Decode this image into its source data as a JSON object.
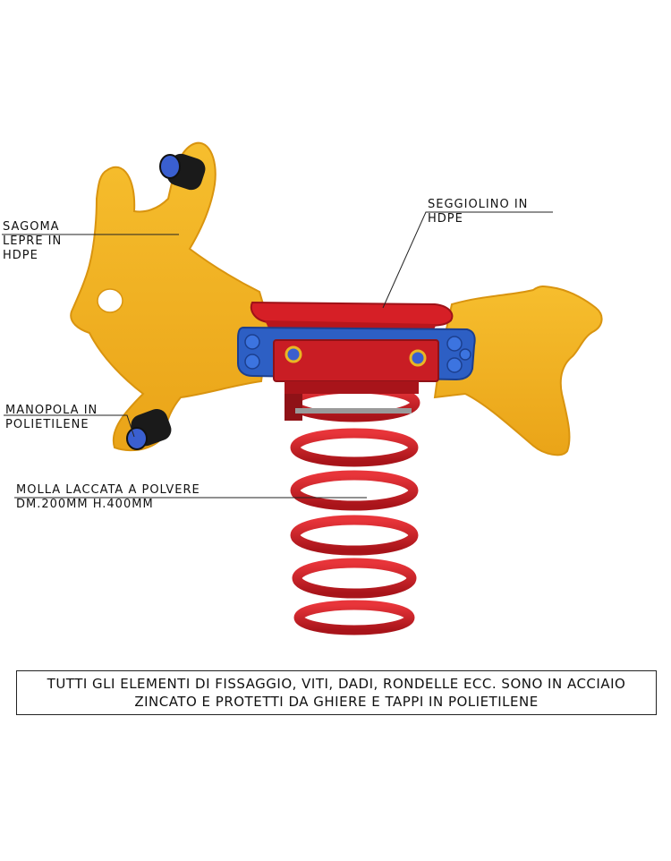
{
  "callouts": {
    "sagoma": {
      "lines": [
        "SAGOMA",
        "LEPRE IN",
        "HDPE"
      ]
    },
    "seggiolino": {
      "lines": [
        "SEGGIOLINO IN",
        "HDPE"
      ]
    },
    "manopola": {
      "lines": [
        "MANOPOLA IN",
        "POLIETILENE"
      ]
    },
    "molla": {
      "lines": [
        "MOLLA LACCATA A POLVERE",
        "DM.200MM H.400MM"
      ]
    }
  },
  "note": {
    "lines": [
      "TUTTI GLI ELEMENTI DI FISSAGGIO, VITI, DADI, RONDELLE ECC. SONO IN ACCIAIO",
      "ZINCATO E PROTETTI DA GHIERE E TAPPI IN POLIETILENE"
    ]
  },
  "colors": {
    "body": "#f2ae1c",
    "seat": "#d61f26",
    "bracket": "#2d5fc4",
    "spring": "#d32026",
    "handle": "#1a1a1a",
    "handle_cap": "#3a5fd0",
    "text": "#111111"
  }
}
